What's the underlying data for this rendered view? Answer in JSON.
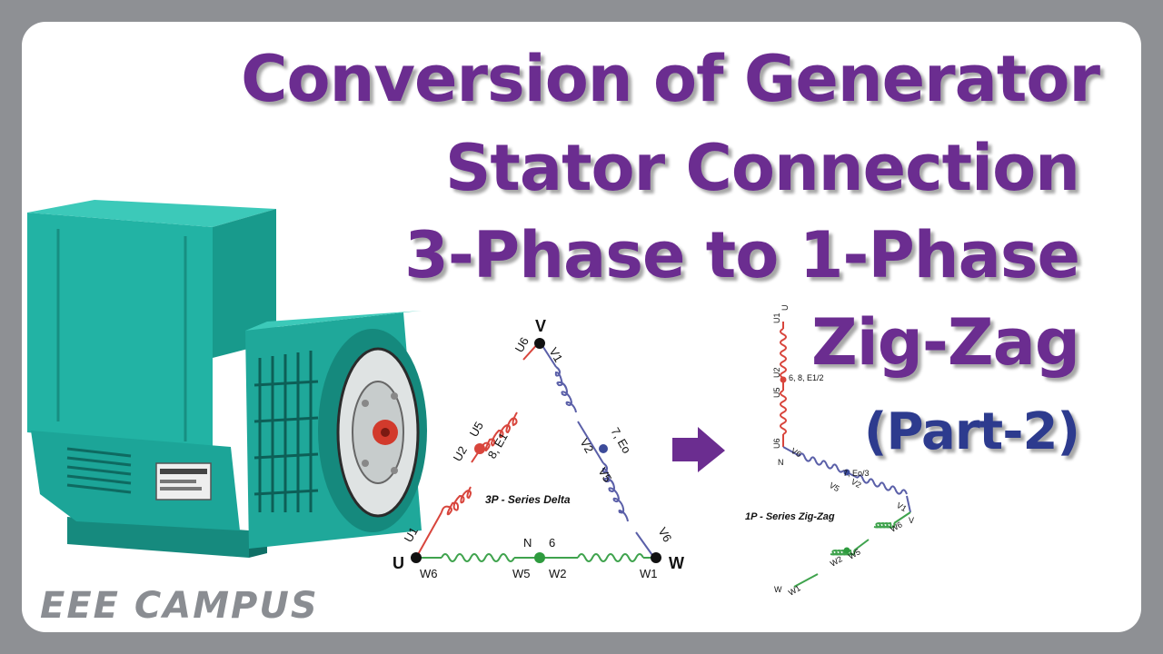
{
  "title": {
    "line1": "Conversion of Generator",
    "line2": "Stator Connection",
    "line3": "3-Phase to 1-Phase",
    "line4": "Zig-Zag",
    "line5": "(Part-2)"
  },
  "brand": "EEE CAMPUS",
  "colors": {
    "title": "#6b2d90",
    "part": "#2d3b8e",
    "generator": "#1fa89a",
    "coil_red": "#d8453c",
    "coil_blue": "#5a5fa8",
    "coil_green": "#3fa34d",
    "arrow": "#6b2d90"
  },
  "delta": {
    "caption": "3P - Series Delta",
    "vertex_v": "V",
    "vertex_u": "U",
    "vertex_w": "W",
    "labels": {
      "u6": "U6",
      "v1": "V1",
      "u5": "U5",
      "u2": "U2",
      "e1": "8, E1",
      "v2": "V2",
      "v5": "V5",
      "eo": "7, Eo",
      "v6": "V6",
      "u1": "U1",
      "n": "N",
      "six": "6",
      "w6": "W6",
      "w5": "W5",
      "w2": "W2",
      "w1": "W1"
    }
  },
  "zigzag": {
    "caption": "1P - Series Zig-Zag",
    "labels": {
      "u": "U",
      "u1": "U1",
      "u2": "U2",
      "e12": "6, 8, E1/2",
      "u5": "U5",
      "u6": "U6",
      "v6": "V6",
      "n": "N",
      "eo3": "7, Eo/3",
      "v5": "V5",
      "v2": "V2",
      "v1": "V1",
      "v": "V",
      "w6": "W6",
      "w5": "W5",
      "w2": "W2",
      "w1": "W1",
      "w": "W"
    }
  }
}
